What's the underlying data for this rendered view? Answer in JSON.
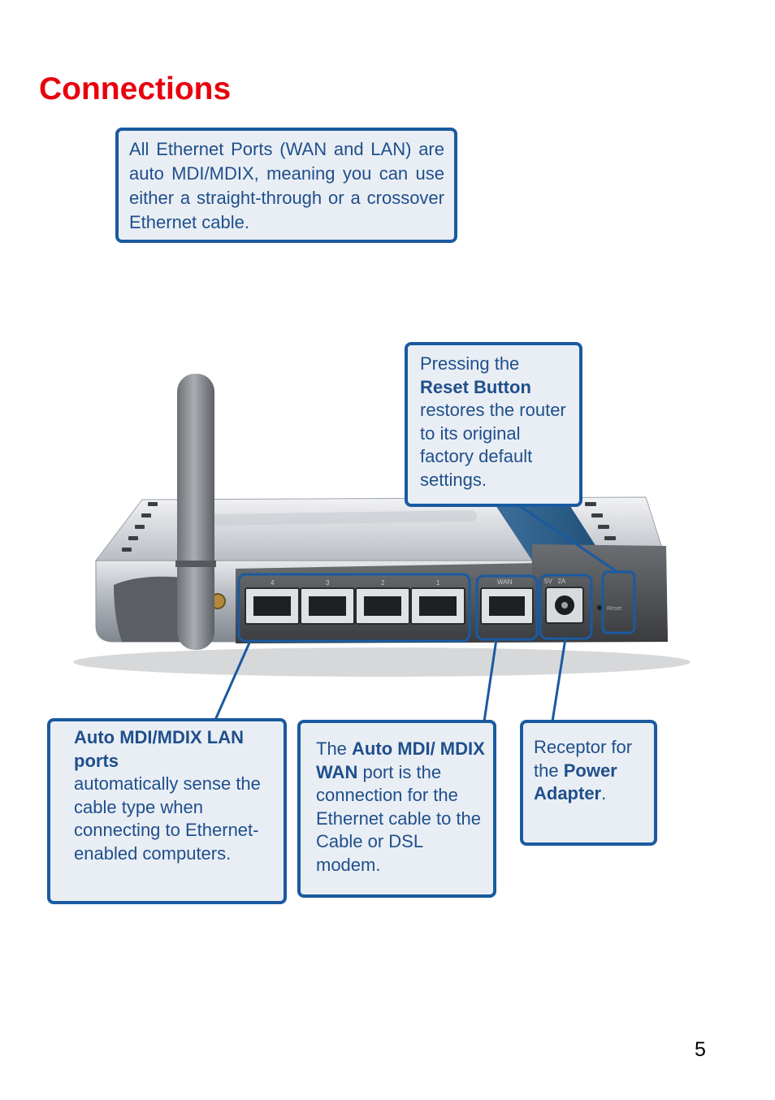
{
  "page": {
    "title": "Connections",
    "page_number": "5"
  },
  "notes": {
    "ethernet": "All Ethernet Ports (WAN and LAN) are auto MDI/MDIX, meaning you can use either a straight-through or a crossover Ethernet cable.",
    "reset": {
      "pre": "Pressing the",
      "bold": "Reset Button",
      "post": "restores the router to its original factory default settings."
    },
    "lan": {
      "bold": "Auto MDI/MDIX LAN ports",
      "post": "automatically sense the cable type when connecting to Ethernet-enabled computers."
    },
    "wan": {
      "pre": "The",
      "bold": "Auto MDI/ MDIX WAN",
      "post": "port is the connection for the Ethernet cable to the Cable or DSL modem."
    },
    "power": {
      "pre": "Receptor for the",
      "bold": "Power Adapter",
      "post": "."
    }
  },
  "router_labels": {
    "wan": "WAN",
    "power_rating": "5V   2A",
    "reset": "Reset",
    "port_numbers": [
      "4",
      "3",
      "2",
      "1"
    ]
  },
  "colors": {
    "title": "#e8000d",
    "callout_border": "#1a5aa0",
    "callout_fill": "#e9eef4",
    "callout_text": "#1f4f8c"
  }
}
